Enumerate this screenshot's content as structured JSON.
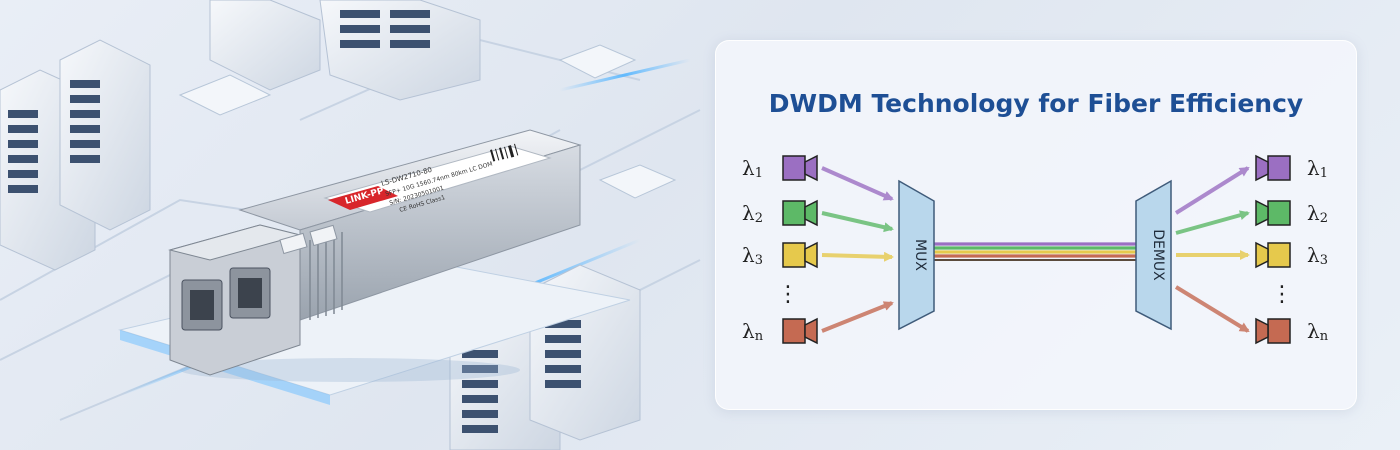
{
  "diagram": {
    "title": "DWDM Technology for Fiber Efficiency",
    "mux_label": "MUX",
    "demux_label": "DEMUX",
    "channels": [
      {
        "symbol": "λ",
        "sub": "1",
        "color": "#9b6fc2"
      },
      {
        "symbol": "λ",
        "sub": "2",
        "color": "#5db967"
      },
      {
        "symbol": "λ",
        "sub": "3",
        "color": "#e6c94c"
      },
      {
        "symbol": "λ",
        "sub": "n",
        "color": "#c56a52"
      }
    ],
    "ellipsis": "⋮"
  },
  "module": {
    "brand": "LINK-PP",
    "model_label": "LS-DW2710-80",
    "spec_line": "SFP+ 10G 1560.74nm 80km LC DOM",
    "serial_line": "S/N: 20230501001",
    "cert_line": "CE RoHS Class1"
  },
  "colors": {
    "title": "#1e4f95",
    "mux_fill": "#b9d7ec",
    "brand_red": "#d8262b"
  }
}
